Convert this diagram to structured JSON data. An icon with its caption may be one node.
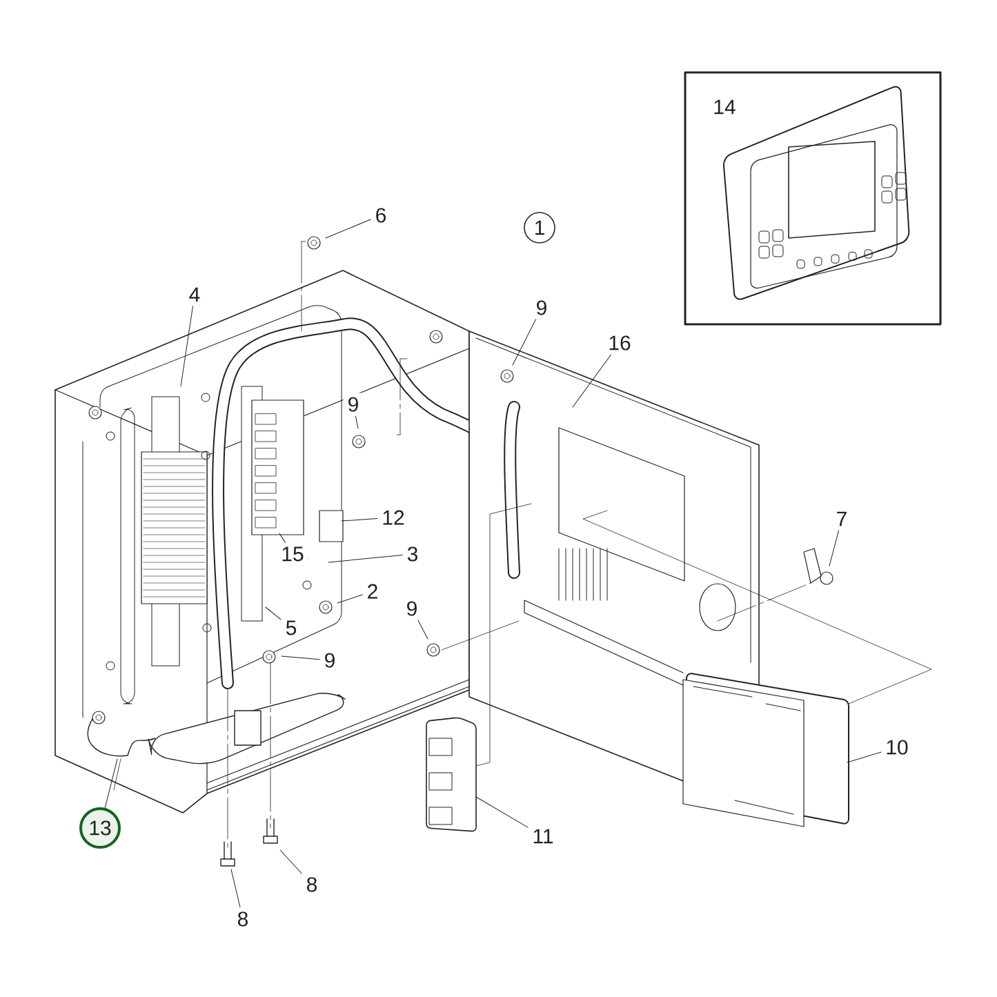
{
  "diagram": {
    "nodes": [
      {
        "text": [
          "14"
        ]
      },
      {
        "text": [
          "6"
        ]
      },
      {
        "text": [
          "1"
        ]
      },
      {
        "text": [
          "4"
        ]
      },
      {
        "text": [
          "9"
        ]
      },
      {
        "text": [
          "16"
        ]
      },
      {
        "text": [
          "9"
        ]
      },
      {
        "text": [
          "12"
        ]
      },
      {
        "text": [
          "7"
        ]
      },
      {
        "text": [
          "3"
        ]
      },
      {
        "text": [
          "15"
        ]
      },
      {
        "text": [
          "2"
        ]
      },
      {
        "text": [
          "9"
        ]
      },
      {
        "text": [
          "5"
        ]
      },
      {
        "text": [
          "9"
        ]
      },
      {
        "text": [
          "10"
        ]
      },
      {
        "text": [
          "13"
        ]
      },
      {
        "text": [
          "11"
        ]
      },
      {
        "text": [
          "8"
        ]
      },
      {
        "text": [
          "8"
        ]
      }
    ],
    "edges": [
      {
        "from": 1,
        "to": null,
        "arrow": "none"
      },
      {
        "from": 3,
        "to": null,
        "arrow": "none"
      },
      {
        "from": 4,
        "to": null,
        "arrow": "none"
      },
      {
        "from": 5,
        "to": null,
        "arrow": "none"
      },
      {
        "from": 6,
        "to": null,
        "arrow": "none"
      },
      {
        "from": 7,
        "to": null,
        "arrow": "none"
      },
      {
        "from": 8,
        "to": null,
        "arrow": "none"
      },
      {
        "from": 9,
        "to": null,
        "arrow": "none"
      },
      {
        "from": 10,
        "to": null,
        "arrow": "none"
      },
      {
        "from": 11,
        "to": null,
        "arrow": "none"
      },
      {
        "from": 12,
        "to": null,
        "arrow": "none"
      },
      {
        "from": 13,
        "to": null,
        "arrow": "none"
      },
      {
        "from": 14,
        "to": null,
        "arrow": "none"
      },
      {
        "from": 15,
        "to": null,
        "arrow": "none"
      },
      {
        "from": 16,
        "to": null,
        "arrow": "none"
      },
      {
        "from": 17,
        "to": null,
        "arrow": "none"
      },
      {
        "from": 18,
        "to": null,
        "arrow": "none"
      },
      {
        "from": 19,
        "to": null,
        "arrow": "none"
      }
    ]
  }
}
